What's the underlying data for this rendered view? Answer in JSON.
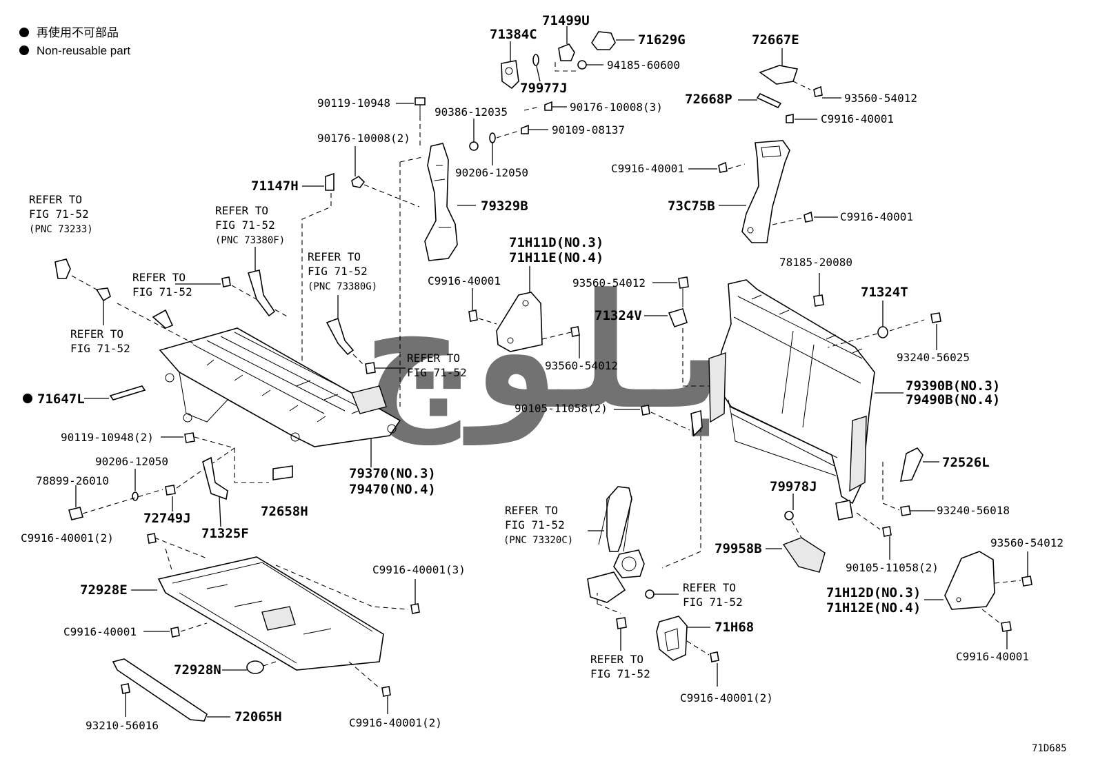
{
  "legend": {
    "line1": "再使用不可部品",
    "line2": "Non-reusable part"
  },
  "figure_code": "71D685",
  "watermark": "بلوچ",
  "refs": {
    "r1": [
      "REFER TO",
      "FIG 71-52",
      "(PNC 73233)"
    ],
    "r2": [
      "REFER TO",
      "FIG 71-52"
    ],
    "r3": [
      "REFER TO",
      "FIG 71-52"
    ],
    "r4": [
      "REFER TO",
      "FIG 71-52",
      "(PNC 73380F)"
    ],
    "r5": [
      "REFER TO",
      "FIG 71-52",
      "(PNC 73380G)"
    ],
    "r6": [
      "REFER TO",
      "FIG 71-52"
    ],
    "r7": [
      "REFER TO",
      "FIG 71-52",
      "(PNC 73320C)"
    ],
    "r8": [
      "REFER TO",
      "FIG 71-52"
    ],
    "r9": [
      "REFER TO",
      "FIG 71-52"
    ]
  },
  "labels": {
    "p71384C": "71384C",
    "p71499U": "71499U",
    "p71629G": "71629G",
    "p94185": "94185-60600",
    "p79977J": "79977J",
    "p72667E": "72667E",
    "p93560a": "93560-54012",
    "p72668P": "72668P",
    "pC9916a": "C9916-40001",
    "p90119a": "90119-10948",
    "p90386": "90386-12035",
    "p90176a": "90176-10008(3)",
    "p90109": "90109-08137",
    "p90176b": "90176-10008(2)",
    "p90206a": "90206-12050",
    "pC9916b": "C9916-40001",
    "p71147H": "71147H",
    "p79329B": "79329B",
    "p73C75B": "73C75B",
    "pC9916c": "C9916-40001",
    "p71H11D": "71H11D(NO.3)",
    "p71H11E": "71H11E(NO.4)",
    "p78185": "78185-20080",
    "pC9916d": "C9916-40001",
    "p93560b": "93560-54012",
    "p71324T": "71324T",
    "p71324V": "71324V",
    "p93560c": "93560-54012",
    "p93240a": "93240-56025",
    "p71647L": "71647L",
    "p79390B": "79390B(NO.3)",
    "p79490B": "79490B(NO.4)",
    "p90105a": "90105-11058(2)",
    "p90119b": "90119-10948(2)",
    "p90206b": "90206-12050",
    "p78899": "78899-26010",
    "p79370": "79370(NO.3)",
    "p79470": "79470(NO.4)",
    "p72526L": "72526L",
    "p72749J": "72749J",
    "p72658H": "72658H",
    "p79978J": "79978J",
    "p93240b": "93240-56018",
    "p71325F": "71325F",
    "pC9916e": "C9916-40001(2)",
    "p79958B": "79958B",
    "p90105b": "90105-11058(2)",
    "pC9916f": "C9916-40001(3)",
    "p93560d": "93560-54012",
    "p72928E": "72928E",
    "p71H12D": "71H12D(NO.3)",
    "p71H12E": "71H12E(NO.4)",
    "pC9916g": "C9916-40001",
    "p71H68": "71H68",
    "pC9916h": "C9916-40001",
    "p72928N": "72928N",
    "pC9916i": "C9916-40001(2)",
    "p72065H": "72065H",
    "p93210": "93210-56016",
    "pC9916j": "C9916-40001(2)"
  }
}
